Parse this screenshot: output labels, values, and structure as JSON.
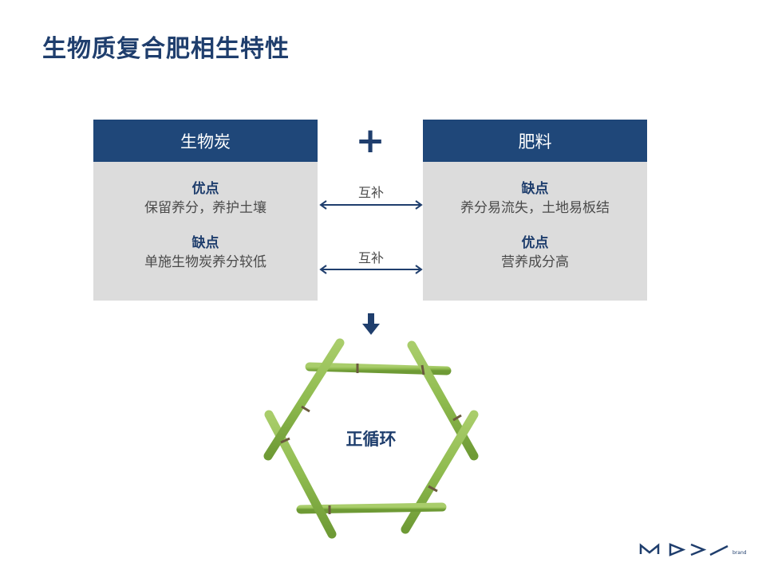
{
  "title": "生物质复合肥相生特性",
  "left_box": {
    "header": "生物炭",
    "item1_title": "优点",
    "item1_text": "保留养分，养护土壤",
    "item2_title": "缺点",
    "item2_text": "单施生物炭养分较低"
  },
  "right_box": {
    "header": "肥料",
    "item1_title": "缺点",
    "item1_text": "养分易流失，土地易板结",
    "item2_title": "优点",
    "item2_text": "营养成分高"
  },
  "plus_symbol": "+",
  "arrow_label_1": "互补",
  "arrow_label_2": "互补",
  "cycle_label": "正循环",
  "logo": {
    "sub_text": "brand"
  },
  "colors": {
    "primary": "#1f4779",
    "title": "#1f3e6d",
    "panel": "#dcdcdc",
    "bamboo": "#8fbb4f"
  }
}
